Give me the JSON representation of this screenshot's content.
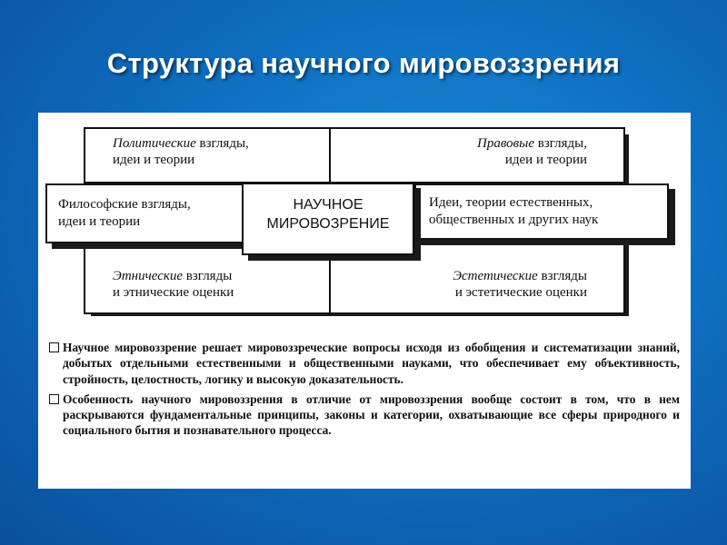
{
  "slide": {
    "title": "Структура научного мировоззрения"
  },
  "diagram": {
    "center": {
      "line1": "НАУЧНОЕ",
      "line2": "МИРОВОЗРЕНИЕ"
    },
    "top_left": {
      "prefix": "Политические",
      "line1_rest": " взгляды,",
      "line2": "идеи и теории"
    },
    "top_right": {
      "prefix": "Правовые",
      "line1_rest": " взгляды,",
      "line2": "идеи и теории"
    },
    "middle_left": {
      "line1": "Философские взгляды,",
      "line2": "идеи и теории"
    },
    "middle_right": {
      "line1": "Идеи, теории естественных,",
      "line2": "общественных и других наук"
    },
    "bottom_left": {
      "prefix": "Этнические",
      "line1_rest": " взгляды",
      "line2": "и этнические оценки"
    },
    "bottom_right": {
      "prefix": "Эстетические",
      "line1_rest": " взгляды",
      "line2": "и эстетические оценки"
    }
  },
  "notes": [
    "Научное мировоззрение решает мировоззреческие вопросы исходя из обобщения и систематизации знаний, добытых отдельными естественными и общественными науками, что обеспечивает ему объективность, стройность, целостность, логику и высокую доказательность.",
    "Особенность научного мировоззрения в отличие от мировоззрения вообще состоит в том, что в нем раскрываются фундаментальные принципы, законы и категории, охватывающие все сферы природного и социального бытия и познавательного процесса."
  ]
}
